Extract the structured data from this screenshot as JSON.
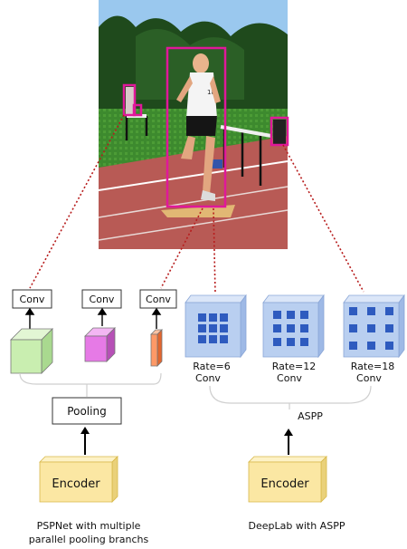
{
  "psp": {
    "branches": [
      "Conv",
      "Conv",
      "Conv"
    ],
    "pooling": "Pooling",
    "encoder": "Encoder",
    "caption": [
      "PSPNet with multiple",
      "parallel pooling branchs"
    ]
  },
  "deeplab": {
    "branches": [
      {
        "rate": "Rate=6",
        "op": "Conv"
      },
      {
        "rate": "Rate=12",
        "op": "Conv"
      },
      {
        "rate": "Rate=18",
        "op": "Conv"
      }
    ],
    "aspp": "ASPP",
    "encoder": "Encoder",
    "caption": "DeepLab with ASPP"
  },
  "colors": {
    "detection_box": "#e0189a",
    "dotted_line": "#b71c1c",
    "encoder_face": "#fbe7a3",
    "green_cube": "#c9eeb0",
    "magenta_cube": "#e67ae6",
    "orange_cube": "#ff9966",
    "aspp_cube": "#b9cff0",
    "aspp_dots": "#2e5bbf"
  }
}
